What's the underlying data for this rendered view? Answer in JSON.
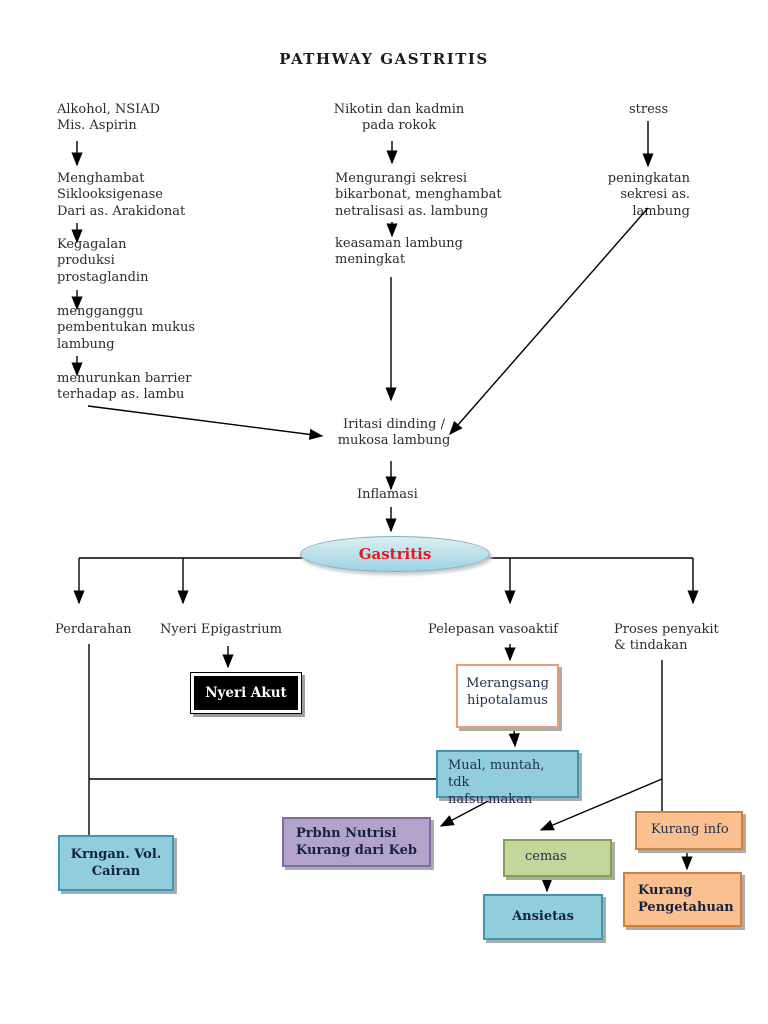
{
  "title": "PATHWAY GASTRITIS",
  "labels": {
    "alkohol": "Alkohol, NSIAD\nMis. Aspirin",
    "menghambat": "Menghambat\nSiklooksigenase\nDari as. Arakidonat",
    "kegagalan": "Kegagalan\nproduksi\nprostaglandin",
    "mengganggu": "mengganggu\npembentukan mukus\nlambung",
    "menurunkan": "menurunkan barrier\nterhadap as. lambu",
    "nikotin": "Nikotin dan kadmin\npada rokok",
    "mengurangi": "Mengurangi sekresi\nbikarbonat, menghambat\nnetralisasi as. lambung",
    "keasaman": "keasaman lambung\nmeningkat",
    "stress": "stress",
    "peningkatan": "peningkatan\nsekresi as. lambung",
    "iritasi": "Iritasi dinding /\nmukosa lambung",
    "inflamasi": "Inflamasi",
    "gastritis": "Gastritis",
    "perdarahan": "Perdarahan",
    "nyeri_epigastrium": "Nyeri Epigastrium",
    "pelepasan": "Pelepasan vasoaktif",
    "proses": "Proses penyakit\n& tindakan",
    "nyeri_akut": "Nyeri Akut",
    "merangsang": "Merangsang\nhipotalamus",
    "mual": "Mual, muntah, tdk\nnafsu makan",
    "prbhn": "Prbhn Nutrisi\nKurang dari Keb",
    "krngan": "Krngan. Vol.\nCairan",
    "kurang_info": "Kurang info",
    "kurang_pengetahuan": "Kurang\nPengetahuan",
    "cemas": "cemas",
    "ansietas": "Ansietas"
  },
  "colors": {
    "blue_fill": "#92CDDC",
    "blue_border": "#3E97B4",
    "purple_fill": "#B3A3C8",
    "purple_border": "#7D6DA2",
    "green_fill": "#C3D69B",
    "green_border": "#85A04E",
    "orange_fill": "#FAC090",
    "orange_border": "#CE8138",
    "ellipse_fill_top": "#DCEFF5",
    "ellipse_fill_bottom": "#9ED2E1",
    "gastritis_text": "#E3191E",
    "nyeri_akut_fill": "#000000",
    "nyeri_akut_text": "#FFFFFF",
    "line_color": "#000000"
  }
}
